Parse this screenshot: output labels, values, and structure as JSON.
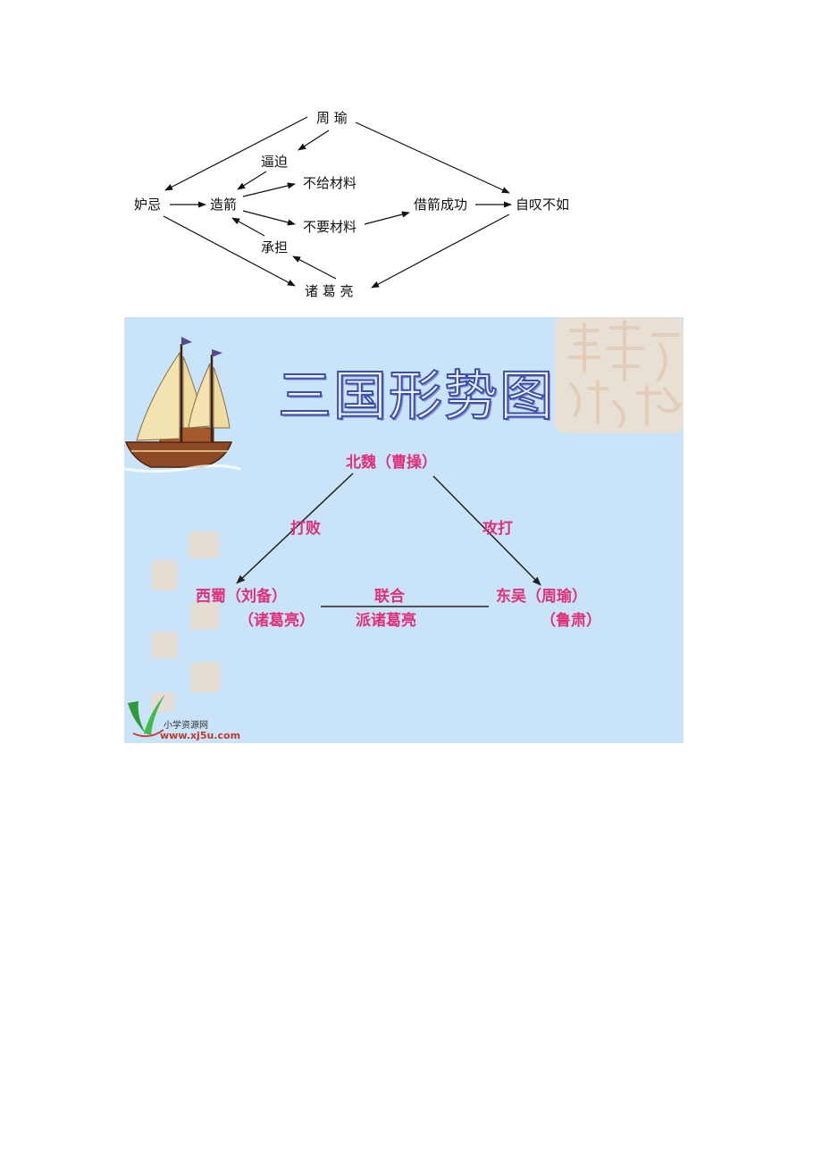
{
  "flow_diagram": {
    "nodes": {
      "zhou_yu": "周 瑜",
      "bi_po": "逼迫",
      "bu_gei": "不给材料",
      "du_ji": "妒忌",
      "zao_jian": "造箭",
      "jie_jian": "借箭成功",
      "zi_tan": "自叹不如",
      "bu_yao": "不要材料",
      "cheng_dan": "承担",
      "zhu_ge_liang": "诸 葛 亮"
    }
  },
  "slide": {
    "title": "三国形势图",
    "bei_wei": "北魏（曹操）",
    "da_bai": "打败",
    "gong_da": "攻打",
    "xi_shu": "西蜀（刘备）",
    "xi_shu_sub": "（诸葛亮）",
    "lian_he": "联合",
    "pai": "派诸葛亮",
    "dong_wu": "东吴（周瑜）",
    "dong_wu_sub": "（鲁肃）",
    "site_name": "小学资源网",
    "site_url": "www.xj5u.com",
    "colors": {
      "background": "#c9e4f8",
      "label": "#e0307a",
      "title_outline": "#3d4fae"
    }
  }
}
